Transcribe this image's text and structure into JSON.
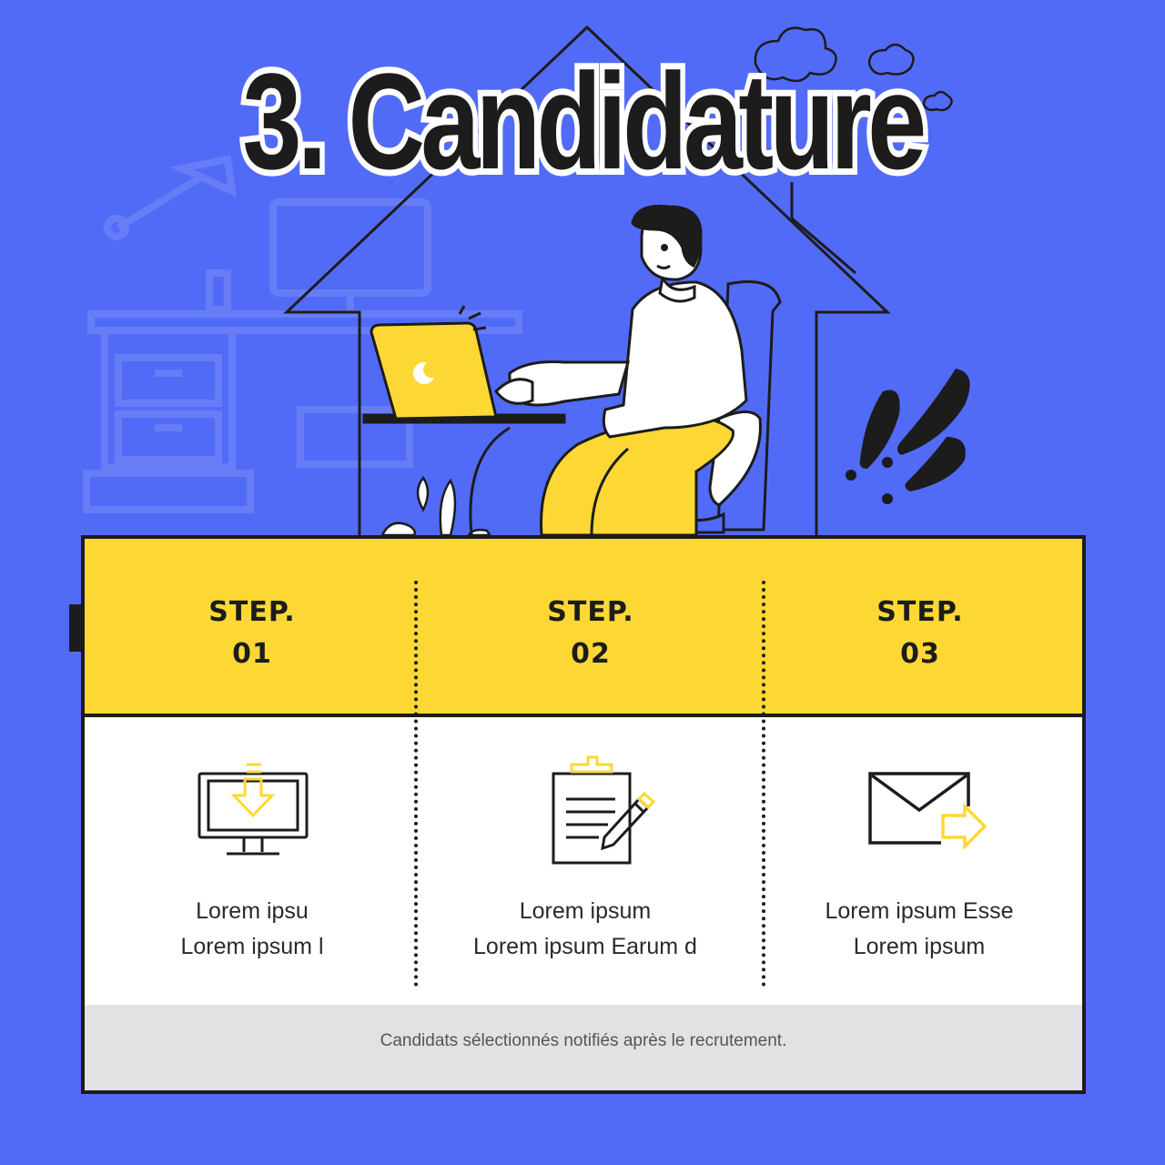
{
  "title": "3. Candidature",
  "colors": {
    "background": "#526bf6",
    "accent_yellow": "#fdd835",
    "ink": "#1c1c1c",
    "footer_gray": "#e2e2e4"
  },
  "steps": [
    {
      "label_line1": "STEP.",
      "label_line2": "01",
      "icon": "monitor-download-icon",
      "text_line1": "Lorem ipsu",
      "text_line2": "Lorem ipsum l"
    },
    {
      "label_line1": "STEP.",
      "label_line2": "02",
      "icon": "clipboard-pencil-icon",
      "text_line1": "Lorem ipsum",
      "text_line2": "Lorem ipsum Earum d"
    },
    {
      "label_line1": "STEP.",
      "label_line2": "03",
      "icon": "envelope-send-icon",
      "text_line1": "Lorem ipsum Esse",
      "text_line2": "Lorem ipsum"
    }
  ],
  "footer": {
    "note": "Candidats sélectionnés notifiés après le recrutement."
  }
}
